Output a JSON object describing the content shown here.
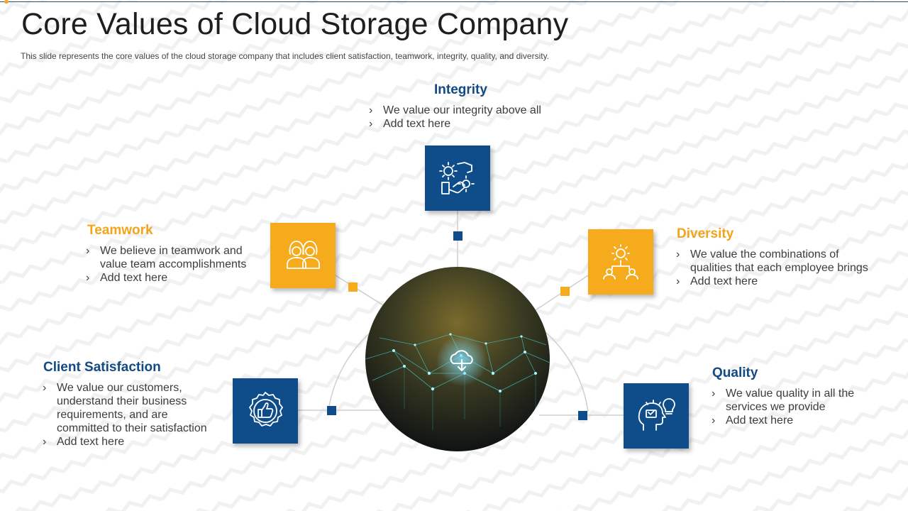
{
  "slide": {
    "title": "Core Values of Cloud Storage Company",
    "subtitle": "This slide represents the core values of the cloud storage company that includes client satisfaction, teamwork, integrity, quality, and diversity."
  },
  "values": {
    "integrity": {
      "title": "Integrity",
      "bullets": [
        "We value our integrity above all",
        "Add text here"
      ],
      "icon": "handshake-gears-icon"
    },
    "teamwork": {
      "title": "Teamwork",
      "bullets": [
        "We believe in teamwork and value team accomplishments",
        "Add text here"
      ],
      "icon": "team-people-icon"
    },
    "diversity": {
      "title": "Diversity",
      "bullets": [
        "We value the combinations of qualities that each employee brings",
        "Add text here"
      ],
      "icon": "gear-people-network-icon"
    },
    "client_satisfaction": {
      "title": "Client Satisfaction",
      "bullets": [
        "We value our customers, understand their business requirements, and are committed to their satisfaction",
        "Add text here"
      ],
      "icon": "thumbs-up-badge-icon"
    },
    "quality": {
      "title": "Quality",
      "bullets": [
        "We value quality in all the services we provide",
        "Add text here"
      ],
      "icon": "head-idea-icon"
    }
  },
  "center_image": {
    "icon": "cloud-download-icon"
  },
  "colors": {
    "blue": "#0e4c8a",
    "orange": "#f5ab1b",
    "connector": "#c8c8c8"
  }
}
